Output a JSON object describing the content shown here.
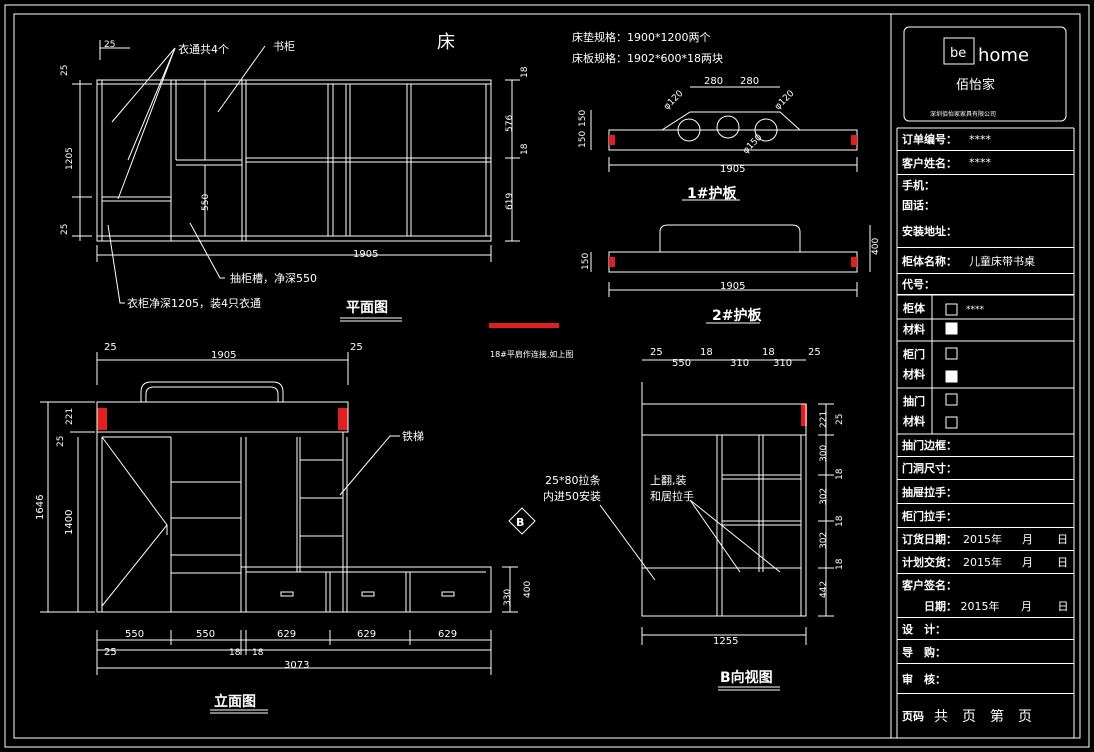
{
  "titles": {
    "bed": "床",
    "plan": "平面图",
    "elevation": "立面图",
    "b_view": "B向视图",
    "board1": "1#护板",
    "board2": "2#护板",
    "b_marker": "B"
  },
  "notes": {
    "mattress": "床垫规格：1900*1200两个",
    "bed_board": "床板规格：1902*600*18两块",
    "hanger_rail": "衣通共4个",
    "bookcase": "书柜",
    "drawer_slide": "抽柜槽，净深550",
    "wardrobe_depth": "衣柜净深1205，装4只衣通",
    "iron_ladder": "铁梯",
    "bolt": "18#平肩作连接,如上图",
    "batten": "25*80拉条",
    "batten2": "内进50安装",
    "flip_up": "上翻,装",
    "handle": "和居拉手"
  },
  "plan_dims": {
    "left_top": "25",
    "left_25a": "25",
    "left_1205": "1205",
    "left_25b": "25",
    "inner_550": "550",
    "right_18a": "18",
    "right_576": "576",
    "right_18b": "18",
    "right_619": "619",
    "bottom_1905": "1905"
  },
  "board_dims": {
    "w280a": "280",
    "w280b": "280",
    "phi120a": "φ120",
    "phi120b": "φ120",
    "phi150": "φ150",
    "h150a": "150",
    "h150b": "150",
    "len1": "1905",
    "h150c": "150",
    "h400": "400",
    "len2": "1905"
  },
  "elev_dims": {
    "top_25a": "25",
    "top_1905": "1905",
    "top_25b": "25",
    "h221": "221",
    "h25": "25",
    "h1646": "1646",
    "h1400": "1400",
    "h400": "400",
    "h330": "330",
    "w550a": "550",
    "w550b": "550",
    "w629a": "629",
    "w629b": "629",
    "w629c": "629",
    "b25": "25",
    "b18a": "18",
    "b18b": "18",
    "b3073": "3073"
  },
  "bview_dims": {
    "t25a": "25",
    "t550": "550",
    "t18a": "18",
    "t310a": "310",
    "t18b": "18",
    "t310b": "310",
    "t25b": "25",
    "r221": "221",
    "r25": "25",
    "r300": "300",
    "r18a": "18",
    "r302a": "302",
    "r18b": "18",
    "r302b": "302",
    "r18c": "18",
    "r442": "442",
    "bottom_1255": "1255"
  },
  "title_block": {
    "logo_small": "be",
    "logo_home": "home",
    "brand": "佰怡家",
    "company": "深圳佰怡家家具有限公司",
    "rows": [
      {
        "label": "订单编号：",
        "value": "****"
      },
      {
        "label": "客户姓名：",
        "value": "****"
      },
      {
        "label": "手机：",
        "value": ""
      },
      {
        "label": "固话：",
        "value": ""
      },
      {
        "label": "安装地址：",
        "value": ""
      },
      {
        "label": "柜体名称：",
        "value": "儿童床带书桌"
      },
      {
        "label": "代号：",
        "value": ""
      }
    ],
    "mat": {
      "body": "柜体",
      "body2": "材料",
      "body_val": "****",
      "door": "柜门",
      "door2": "材料",
      "drawer": "抽门",
      "drawer2": "材料"
    },
    "rows2": [
      {
        "label": "抽门边框：",
        "value": ""
      },
      {
        "label": "门洞尺寸：",
        "value": ""
      },
      {
        "label": "抽屉拉手：",
        "value": ""
      },
      {
        "label": "柜门拉手：",
        "value": ""
      }
    ],
    "order_date": {
      "label": "订货日期：",
      "year": "2015年",
      "month": "月",
      "day": "日"
    },
    "plan_date": {
      "label": "计划交货：",
      "year": "2015年",
      "month": "月",
      "day": "日"
    },
    "sign": {
      "label": "客户签名：",
      "date_label": "日期：",
      "year": "2015年",
      "month": "月",
      "day": "日"
    },
    "design": "设　计：",
    "guide": "导　购：",
    "review": "审　核：",
    "page": {
      "label": "页码",
      "total": "共　页",
      "nth": "第　页"
    }
  }
}
